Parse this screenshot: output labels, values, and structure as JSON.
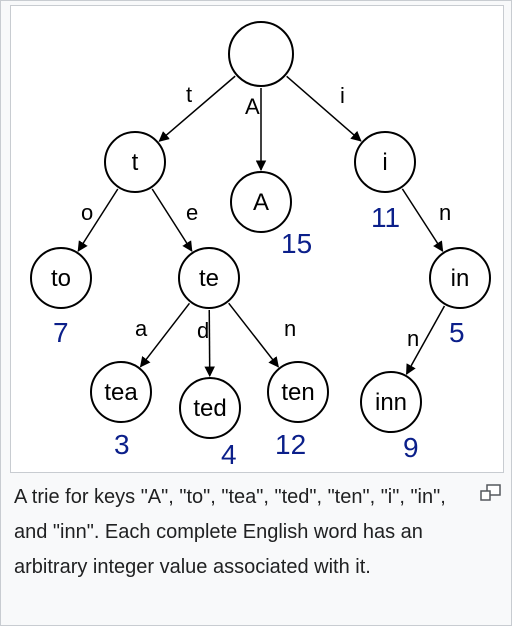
{
  "caption": "A trie for keys \"A\", \"to\", \"tea\", \"ted\", \"ten\", \"i\", \"in\", and \"inn\". Each complete English word has an arbitrary integer value associated with it.",
  "colors": {
    "value": "#0b1f8a",
    "caption": "#202122",
    "border": "#c8ccd1"
  },
  "icons": {
    "enlarge": "enlarge-icon"
  },
  "trie": {
    "nodes": [
      {
        "id": "root",
        "label": "",
        "value": ""
      },
      {
        "id": "t",
        "label": "t",
        "value": ""
      },
      {
        "id": "A",
        "label": "A",
        "value": "15"
      },
      {
        "id": "i",
        "label": "i",
        "value": "11"
      },
      {
        "id": "to",
        "label": "to",
        "value": "7"
      },
      {
        "id": "te",
        "label": "te",
        "value": ""
      },
      {
        "id": "in",
        "label": "in",
        "value": "5"
      },
      {
        "id": "tea",
        "label": "tea",
        "value": "3"
      },
      {
        "id": "ted",
        "label": "ted",
        "value": "4"
      },
      {
        "id": "ten",
        "label": "ten",
        "value": "12"
      },
      {
        "id": "inn",
        "label": "inn",
        "value": "9"
      }
    ],
    "edges": [
      {
        "from": "root",
        "to": "t",
        "label": "t"
      },
      {
        "from": "root",
        "to": "A",
        "label": "A"
      },
      {
        "from": "root",
        "to": "i",
        "label": "i"
      },
      {
        "from": "t",
        "to": "to",
        "label": "o"
      },
      {
        "from": "t",
        "to": "te",
        "label": "e"
      },
      {
        "from": "i",
        "to": "in",
        "label": "n"
      },
      {
        "from": "te",
        "to": "tea",
        "label": "a"
      },
      {
        "from": "te",
        "to": "ted",
        "label": "d"
      },
      {
        "from": "te",
        "to": "ten",
        "label": "n"
      },
      {
        "from": "in",
        "to": "inn",
        "label": "n"
      }
    ]
  }
}
